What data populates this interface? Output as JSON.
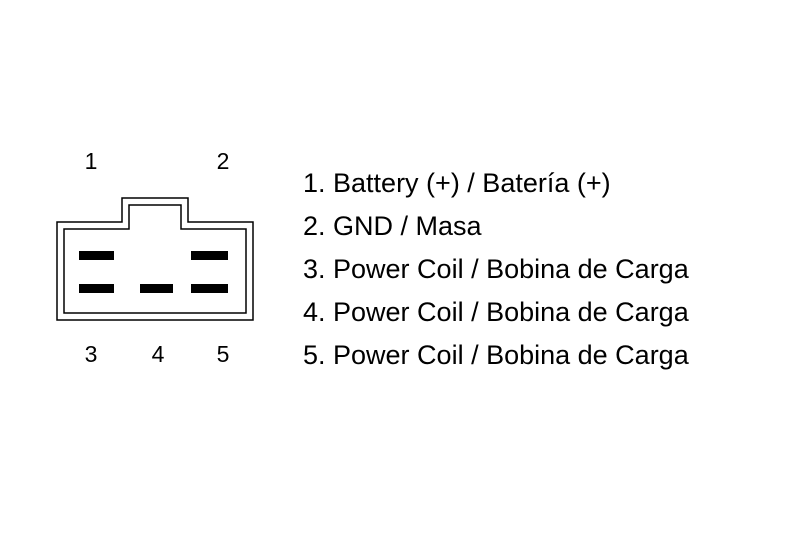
{
  "colors": {
    "line": "#000000",
    "background": "#ffffff",
    "pin_fill": "#000000"
  },
  "connector": {
    "pin_numbers_top": [
      "1",
      "2"
    ],
    "pin_numbers_bottom": [
      "3",
      "4",
      "5"
    ]
  },
  "legend": [
    "1. Battery (+) / Batería (+)",
    "2. GND / Masa",
    "3. Power Coil / Bobina de Carga",
    "4. Power Coil / Bobina de Carga",
    "5. Power Coil / Bobina de Carga"
  ]
}
